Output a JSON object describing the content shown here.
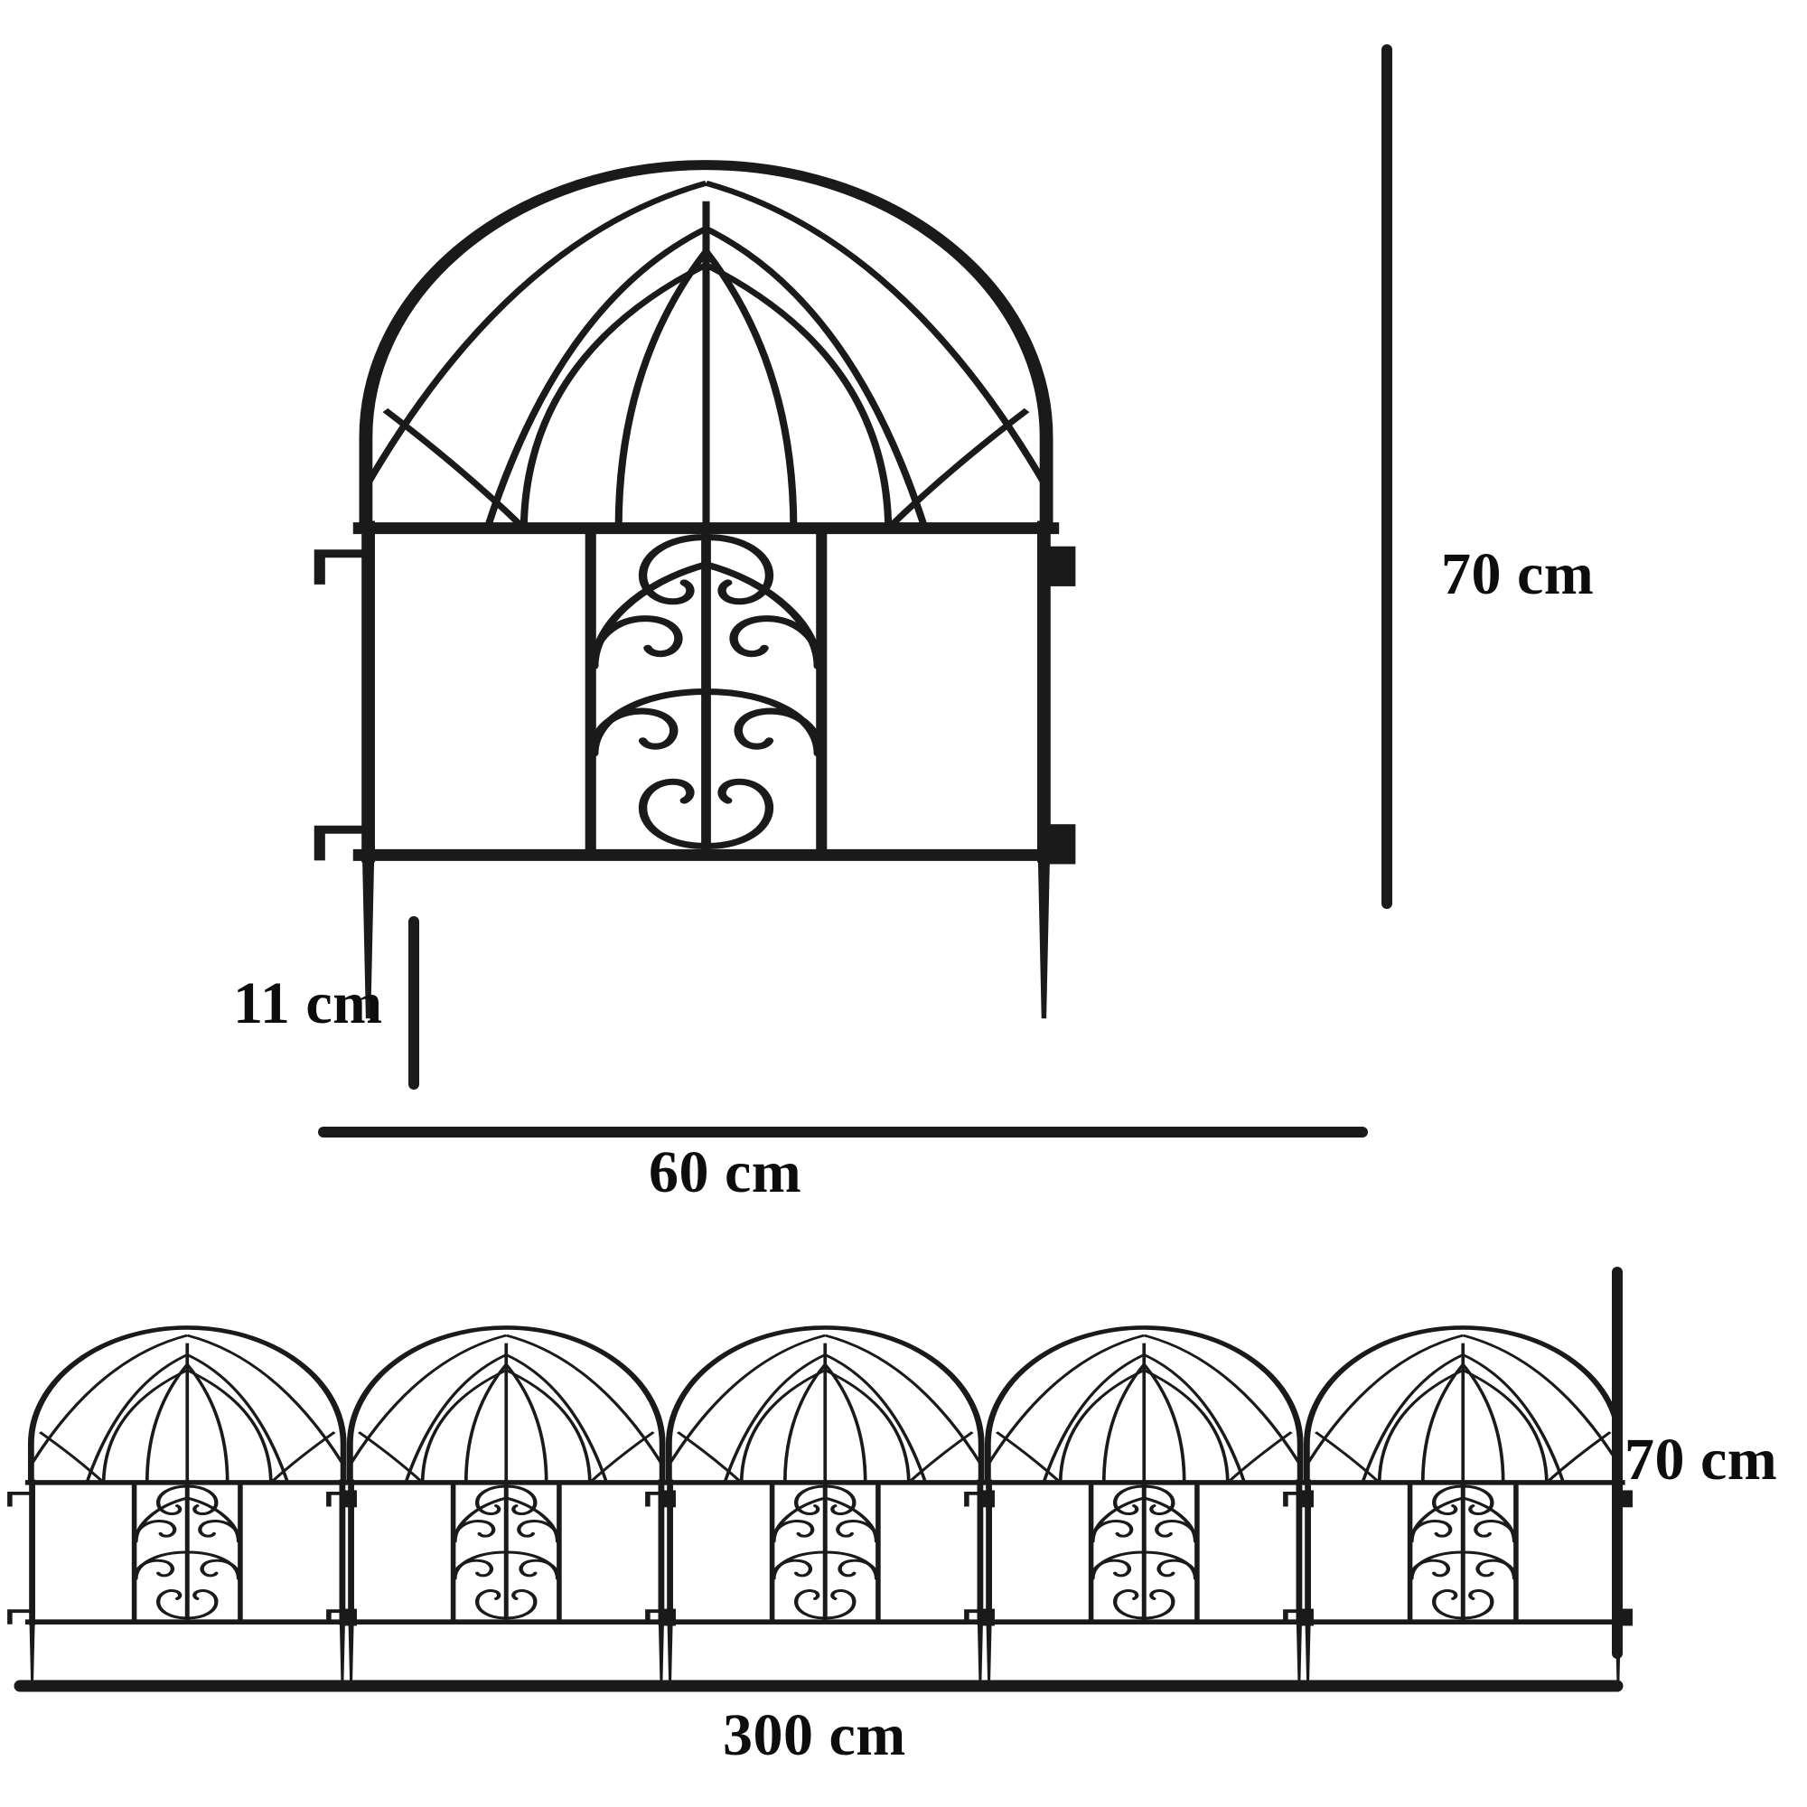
{
  "diagram": {
    "title": "Decorative Garden Border Fence Dimensions",
    "background_color": "#ffffff",
    "line_color": "#1a1a1a",
    "text_color": "#0d0d0d"
  },
  "main_panel": {
    "description": "Single arched wrought-iron garden fence panel with gothic lattice arch, scrollwork centre and ground stakes",
    "dimensions": {
      "height_label": "70 cm",
      "leg_label": "11 cm",
      "width_label": "60 cm"
    }
  },
  "row_panels": {
    "description": "Five connected fence panels forming a continuous border",
    "panel_count": 5,
    "dimensions": {
      "height_label": "70 cm",
      "total_width_label": "300 cm"
    }
  },
  "measurements": [
    {
      "name": "panel-height",
      "value": "70 cm",
      "axis": "vertical"
    },
    {
      "name": "panel-leg-height",
      "value": "11 cm",
      "axis": "vertical"
    },
    {
      "name": "panel-width",
      "value": "60 cm",
      "axis": "horizontal"
    },
    {
      "name": "row-height",
      "value": "70 cm",
      "axis": "vertical"
    },
    {
      "name": "row-total-width",
      "value": "300 cm",
      "axis": "horizontal"
    }
  ]
}
